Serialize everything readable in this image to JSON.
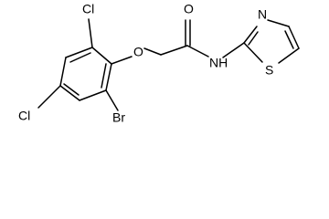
{
  "molecule": {
    "atoms": {
      "cl_top": "Cl",
      "cl_left": "Cl",
      "br": "Br",
      "o_ether": "O",
      "o_carbonyl": "O",
      "nh": "NH",
      "n_ring": "N",
      "s_ring": "S"
    },
    "colors": {
      "bond": "#000000",
      "label": "#000000",
      "background": "#ffffff"
    }
  }
}
